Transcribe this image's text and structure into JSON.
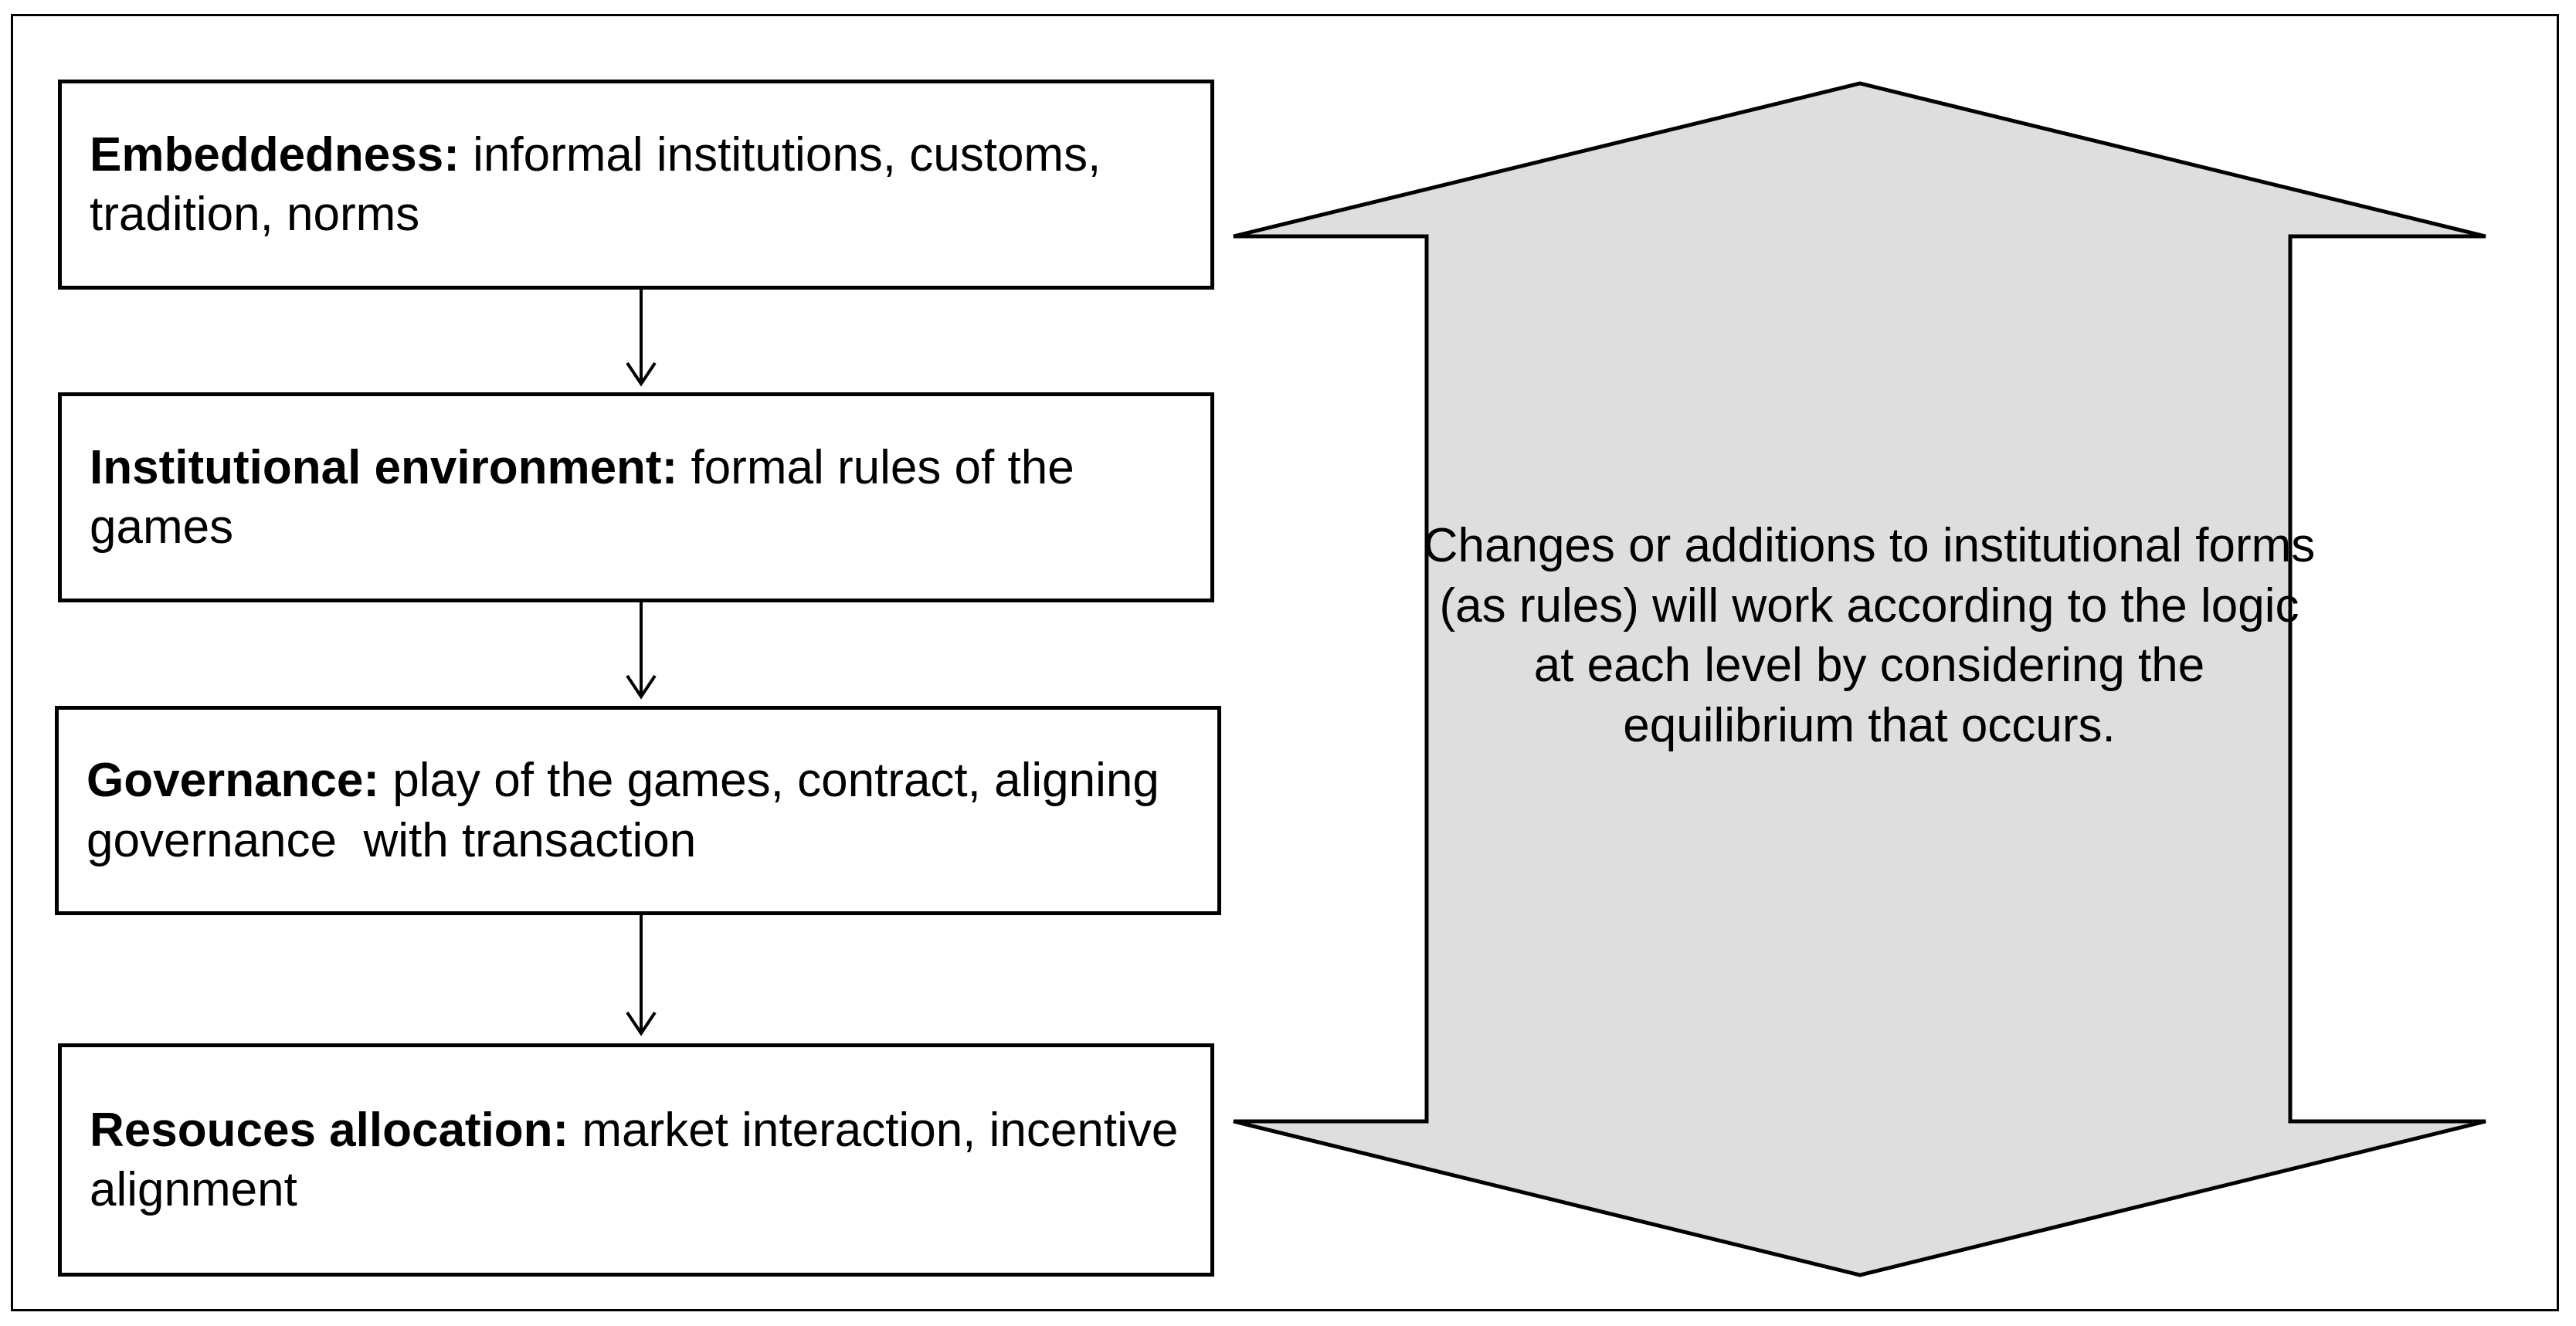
{
  "diagram": {
    "levels": [
      {
        "heading": "Embeddedness:",
        "text": " informal institutions, customs, tradition, norms"
      },
      {
        "heading": "Institutional environment:",
        "text": " formal rules of the games"
      },
      {
        "heading": "Governance:",
        "text": " play of the games, contract, aligning governance  with transaction"
      },
      {
        "heading": "Resouces allocation:",
        "text": " market interaction, incentive alignment"
      }
    ],
    "double_arrow_text": "Changes or additions to institutional forms (as rules) will work according to the logic at each level by considering the equilibrium that occurs.",
    "colors": {
      "arrow_fill": "#dedede",
      "stroke": "#000000",
      "background": "#ffffff"
    }
  }
}
